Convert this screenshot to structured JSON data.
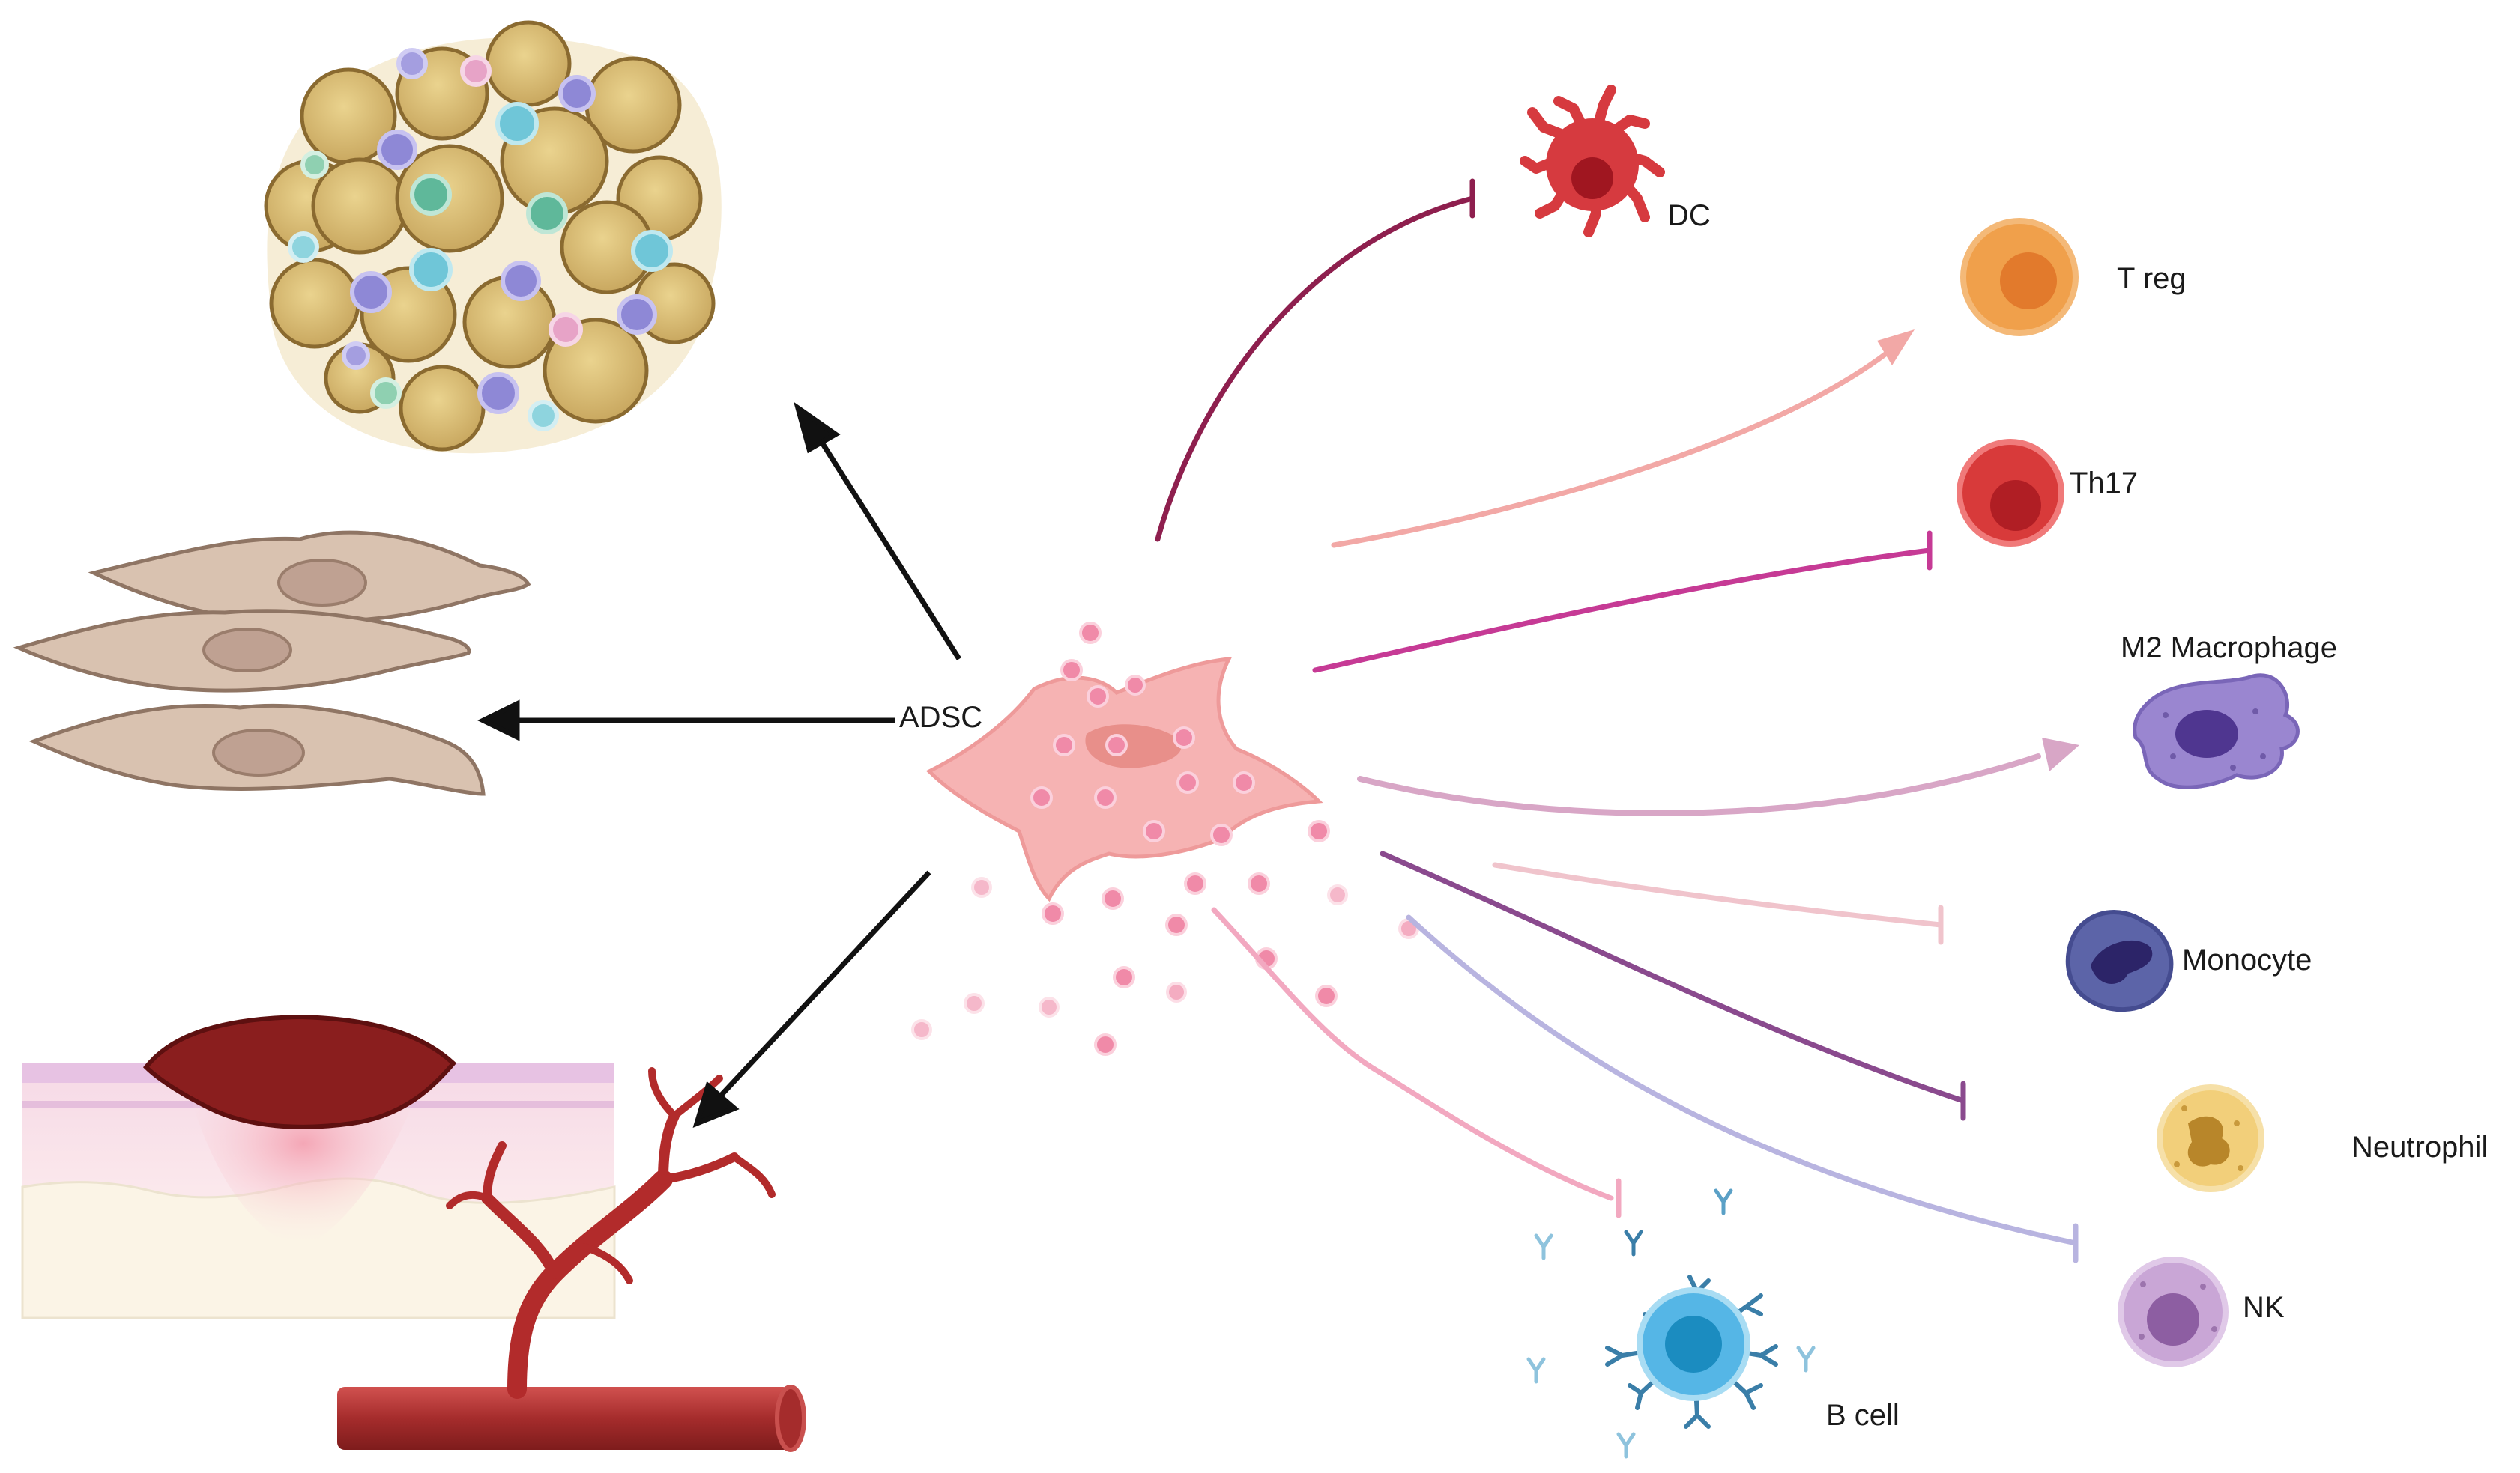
{
  "labels": {
    "center": "ADSC",
    "dc": "DC",
    "treg": "T reg",
    "th17": "Th17",
    "m2": "M2 Macrophage",
    "monocyte": "Monocyte",
    "neutrophil": "Neutrophil",
    "nk": "NK",
    "bcell": "B cell"
  },
  "effects": {
    "dc": "inhibit",
    "treg": "promote",
    "th17": "inhibit",
    "m2": "promote",
    "monocyte": "inhibit",
    "neutrophil": "inhibit",
    "nk": "inhibit",
    "bcell": "inhibit"
  },
  "differentiation_targets": [
    "adipose-tissue",
    "fibroblasts",
    "wound-and-vessel"
  ],
  "colors": {
    "adsc": "#f4a3a3",
    "dc": "#d63a3f",
    "treg": "#f0a04b",
    "th17": "#d83a3a",
    "m2": "#9a86d0",
    "monocyte": "#5c64a8",
    "neutrophil": "#f2cf7a",
    "nk": "#c9a6d6",
    "bcell": "#3aa8d8",
    "black_arrow": "#111111"
  }
}
